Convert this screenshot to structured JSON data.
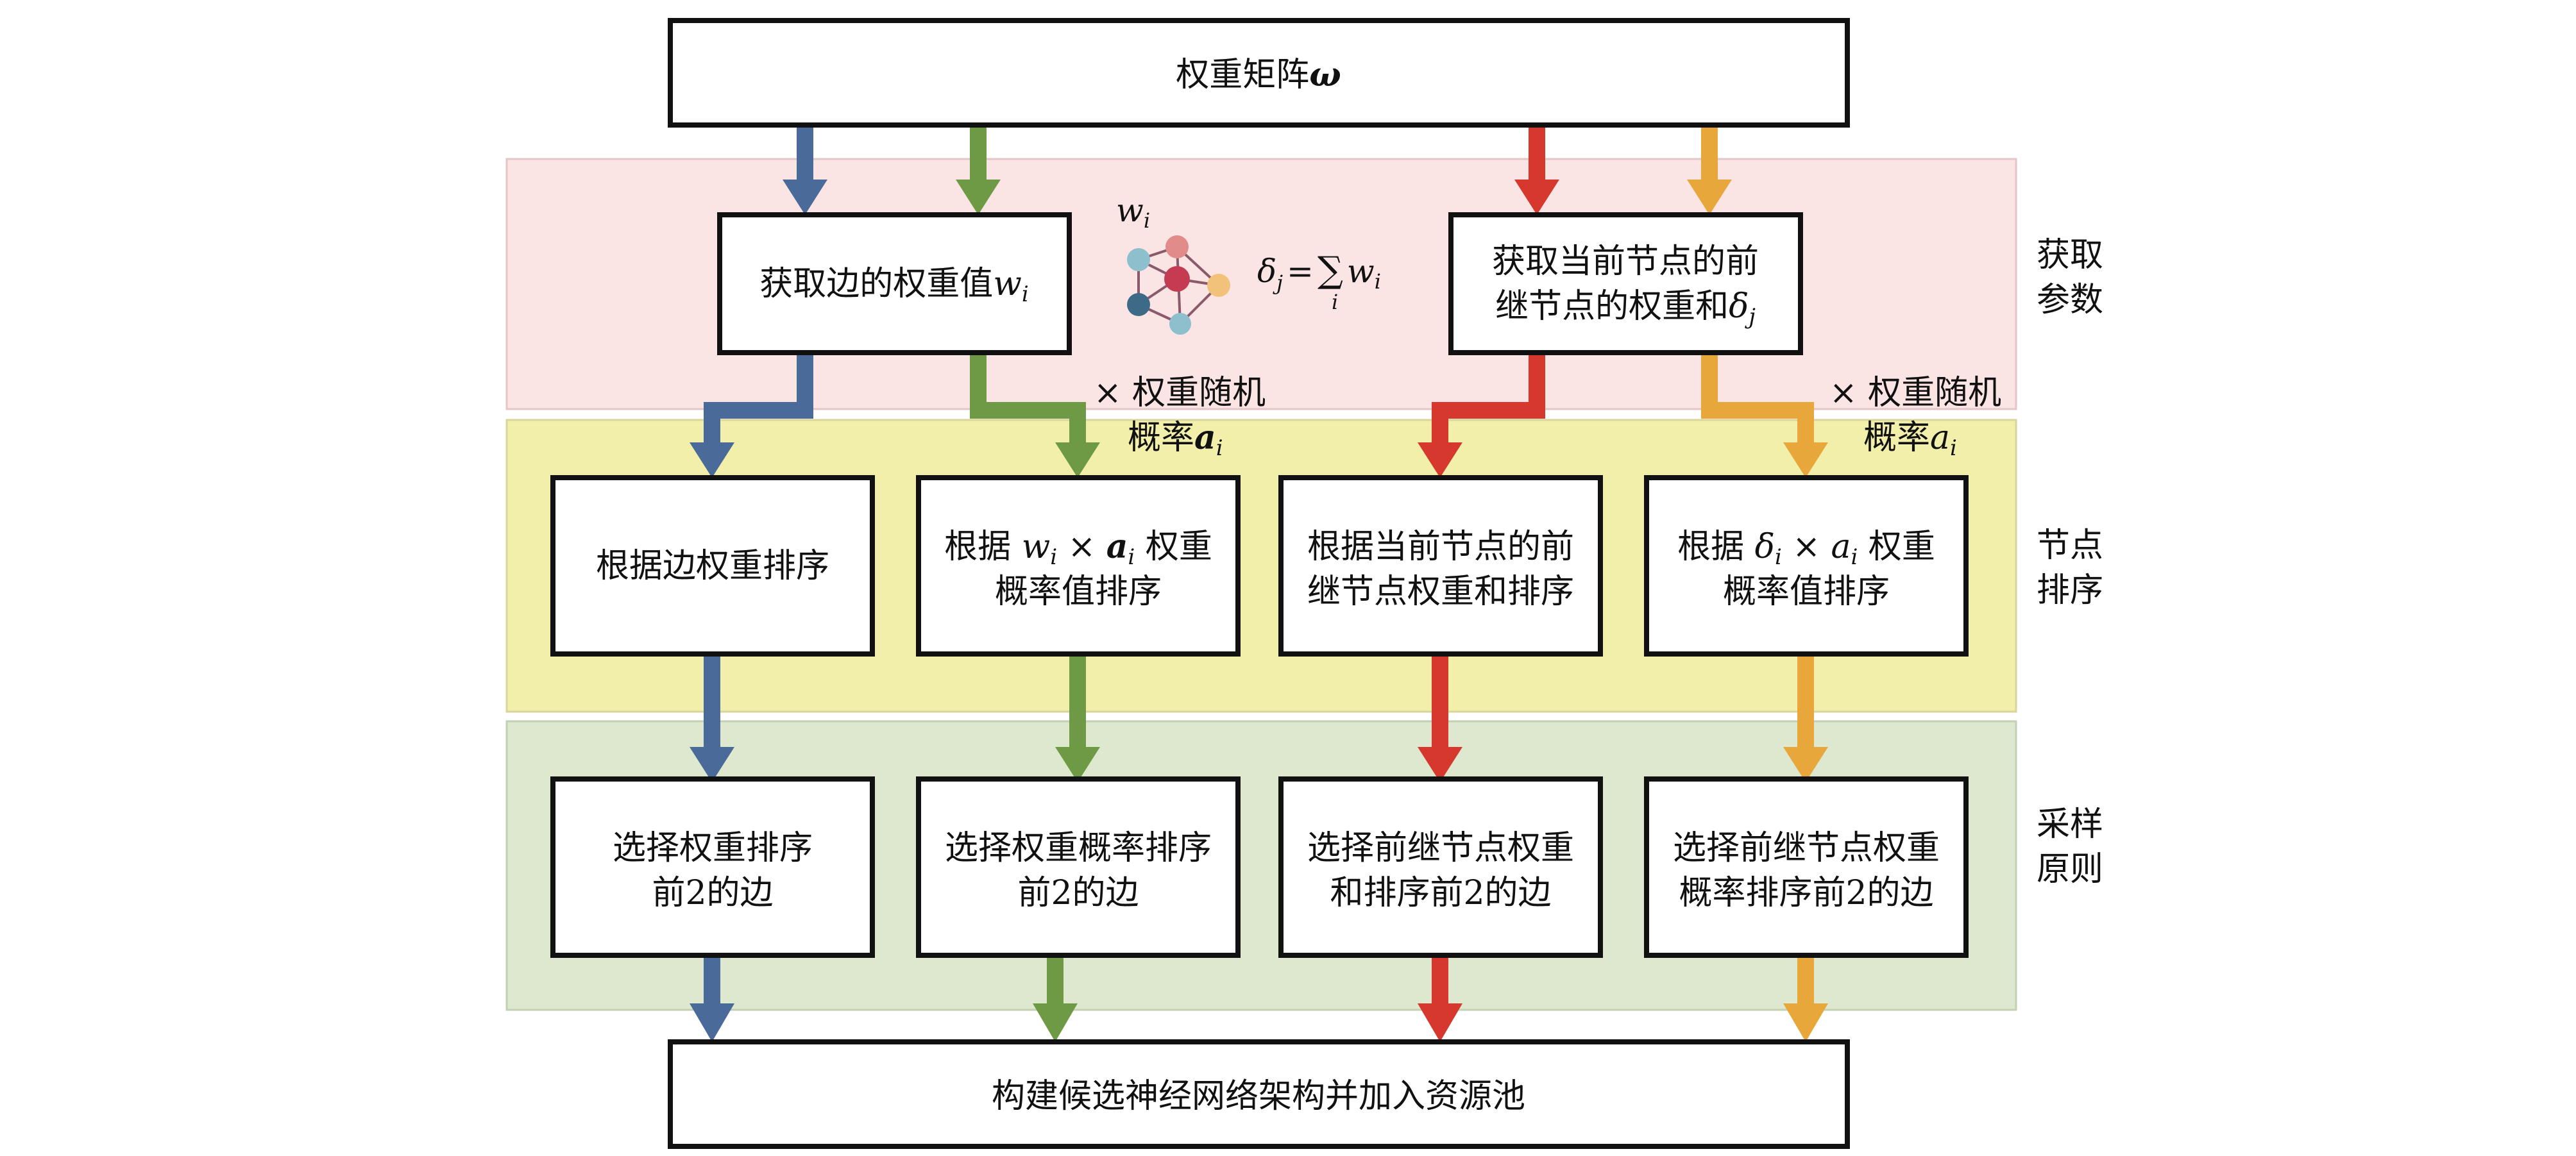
{
  "colors": {
    "blue": "#4a6a9a",
    "green": "#6e9a45",
    "red": "#d6382e",
    "orange": "#e8a73a",
    "band_pink": "#fbe4e4",
    "band_yellow": "#f2efab",
    "band_green": "#dde8cf"
  },
  "top_box": {
    "text": "权重矩阵",
    "symbol": "ω"
  },
  "bottom_box": {
    "text": "构建候选神经网络架构并加入资源池"
  },
  "sections": {
    "params": {
      "line1": "获取",
      "line2": "参数"
    },
    "sort": {
      "line1": "节点",
      "line2": "排序"
    },
    "sample": {
      "line1": "采样",
      "line2": "原则"
    }
  },
  "param_boxes": {
    "left": {
      "text": "获取边的权重值",
      "symbol": "w",
      "sub": "i"
    },
    "right": {
      "line1": "获取当前节点的前",
      "line2": "继节点的权重和",
      "symbol": "δ",
      "sub": "j"
    }
  },
  "formula": {
    "w_label": "w",
    "w_sub": "i",
    "delta": "δ",
    "delta_sub": "j",
    "equals": "=",
    "sigma": "∑",
    "sigma_sub": "i",
    "w2": "w",
    "w2_sub": "i"
  },
  "multiplier_notes": {
    "left": {
      "line1": "× 权重随机",
      "line2": "概率",
      "symbol": "a",
      "sub": "i"
    },
    "right": {
      "line1": "× 权重随机",
      "line2": "概率",
      "symbol": "a",
      "sub": "i"
    }
  },
  "sort_boxes": [
    {
      "line1": "根据边权重排序",
      "line2": ""
    },
    {
      "line1_pre": "根据 ",
      "w": "w",
      "w_sub": "i",
      "times": " × ",
      "a": "a",
      "a_sub": "i",
      "line1_post": " 权重",
      "line2": "概率值排序"
    },
    {
      "line1": "根据当前节点的前",
      "line2": "继节点权重和排序"
    },
    {
      "line1_pre": "根据 ",
      "w": "δ",
      "w_sub": "i",
      "times": " × ",
      "a": "a",
      "a_sub": "i",
      "line1_post": " 权重",
      "line2": "概率值排序"
    }
  ],
  "sample_boxes": [
    {
      "line1": "选择权重排序",
      "line2": "前2的边"
    },
    {
      "line1": "选择权重概率排序",
      "line2": "前2的边"
    },
    {
      "line1": "选择前继节点权重",
      "line2": "和排序前2的边"
    },
    {
      "line1": "选择前继节点权重",
      "line2": "概率排序前2的边"
    }
  ]
}
